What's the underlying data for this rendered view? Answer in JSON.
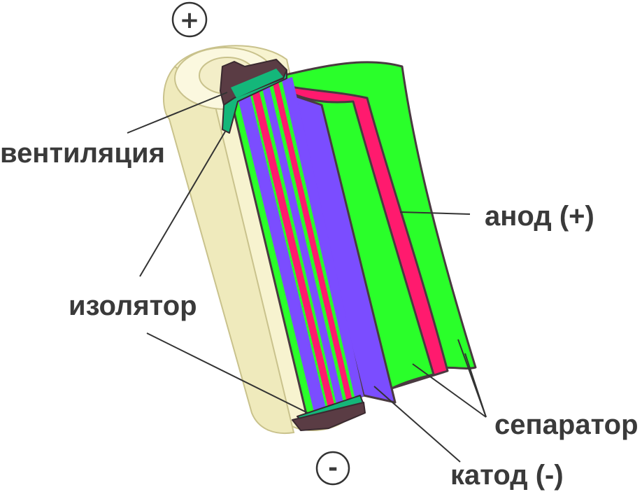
{
  "terminals": {
    "positive": "+",
    "negative": "-"
  },
  "labels": {
    "vent": "вентиляция",
    "insulator": "изолятор",
    "anode": "анод (+)",
    "separator": "сепаратор",
    "cathode": "катод (-)"
  },
  "colors": {
    "casing": "#f7f3cf",
    "casing_shadow": "#e3dfb0",
    "anode": "#ff1a6e",
    "separator": "#2aff2a",
    "cathode": "#7b4dff",
    "insulator_cap": "#14b77a",
    "outline": "#4a3a40"
  }
}
